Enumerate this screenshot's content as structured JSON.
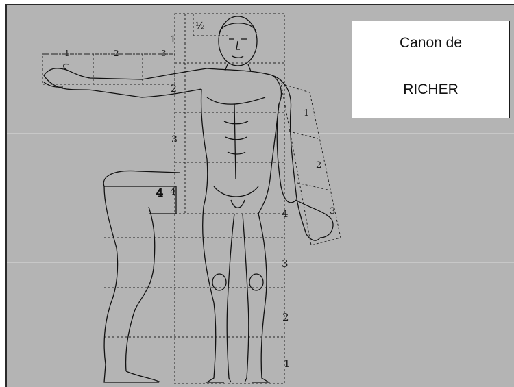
{
  "title": {
    "line1": "Canon de",
    "line2": "RICHER"
  },
  "figure": {
    "arm_scale_labels": [
      "1",
      "2",
      "3"
    ],
    "head_fraction_label": "½",
    "body_scale_labels": [
      "1",
      "2",
      "3",
      "4"
    ],
    "leg_scale_labels": [
      "4",
      "3",
      "2",
      "1"
    ],
    "hanging_arm_labels": [
      "1",
      "2",
      "3"
    ],
    "thigh_label": "4"
  },
  "colors": {
    "background": "#b4b4b4",
    "ink": "#1a1a1a",
    "title_box": "#ffffff"
  }
}
